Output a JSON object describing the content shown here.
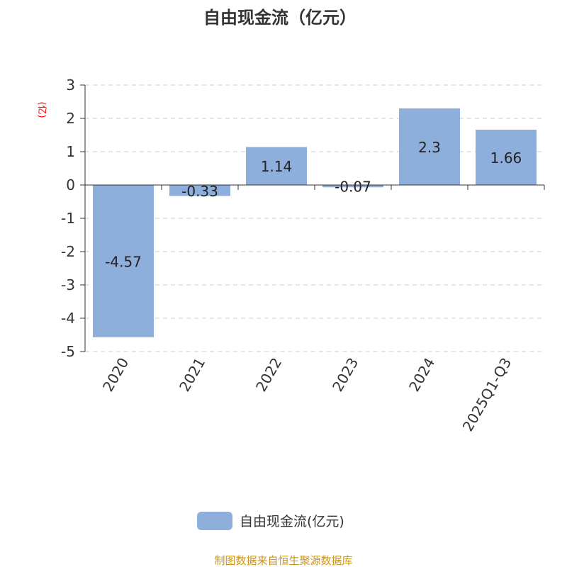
{
  "chart_data": {
    "type": "bar",
    "title": "自由现金流（亿元）",
    "ylabel": "(亿)",
    "categories": [
      "2020",
      "2021",
      "2022",
      "2023",
      "2024",
      "2025Q1-Q3"
    ],
    "series": [
      {
        "name": "自由现金流(亿元)",
        "values": [
          -4.57,
          -0.33,
          1.14,
          -0.07,
          2.3,
          1.66
        ],
        "labels": [
          "-4.57",
          "-0.33",
          "1.14",
          "-0.07",
          "2.3",
          "1.66"
        ],
        "color": "#8eaedb"
      }
    ],
    "ylim": [
      -5,
      3
    ],
    "yticks": [
      3,
      2,
      1,
      0,
      -1,
      -2,
      -3,
      -4,
      -5
    ],
    "grid": true,
    "legend": "bottom"
  },
  "footer": "制图数据来自恒生聚源数据库"
}
